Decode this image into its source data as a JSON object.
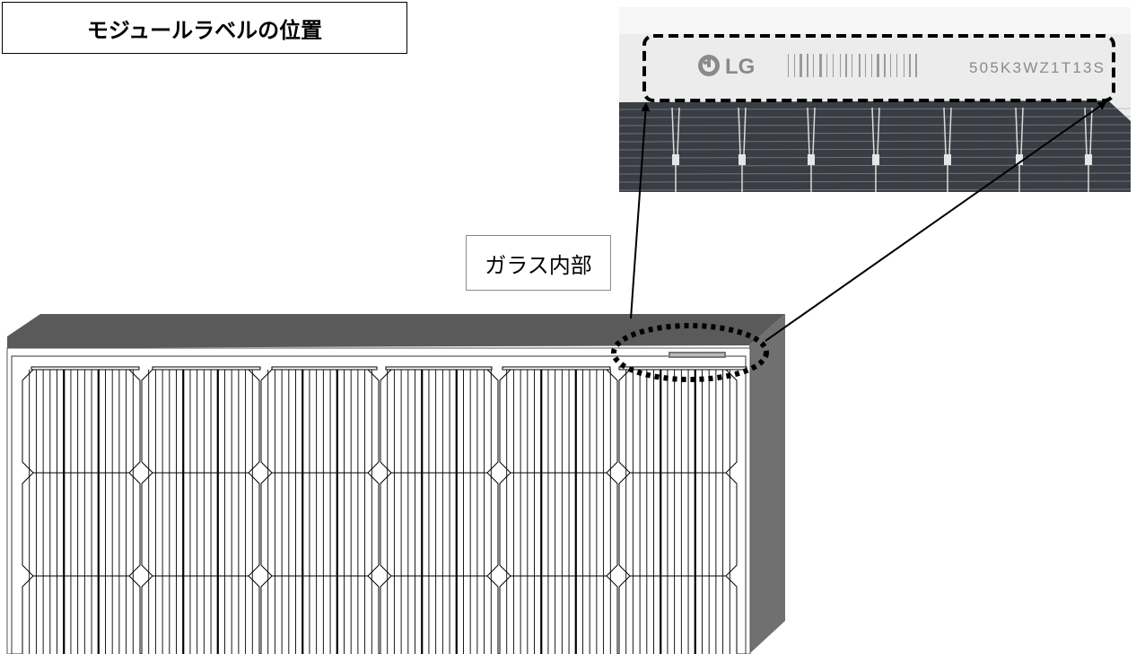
{
  "title": "モジュールラベルの位置",
  "callout_label": "ガラス内部",
  "label_closeup": {
    "brand": "LG",
    "serial_number": "505K3WZ1T13S"
  },
  "colors": {
    "frame": "#5a5a5a",
    "frame_side": "#6e6e6e",
    "cell_line": "#000000",
    "photo_bg": "#ededed",
    "photo_cell": "#3b3e45",
    "highlight_outline": "#000000"
  },
  "icons": [
    "lg-logo-icon",
    "barcode-icon"
  ]
}
